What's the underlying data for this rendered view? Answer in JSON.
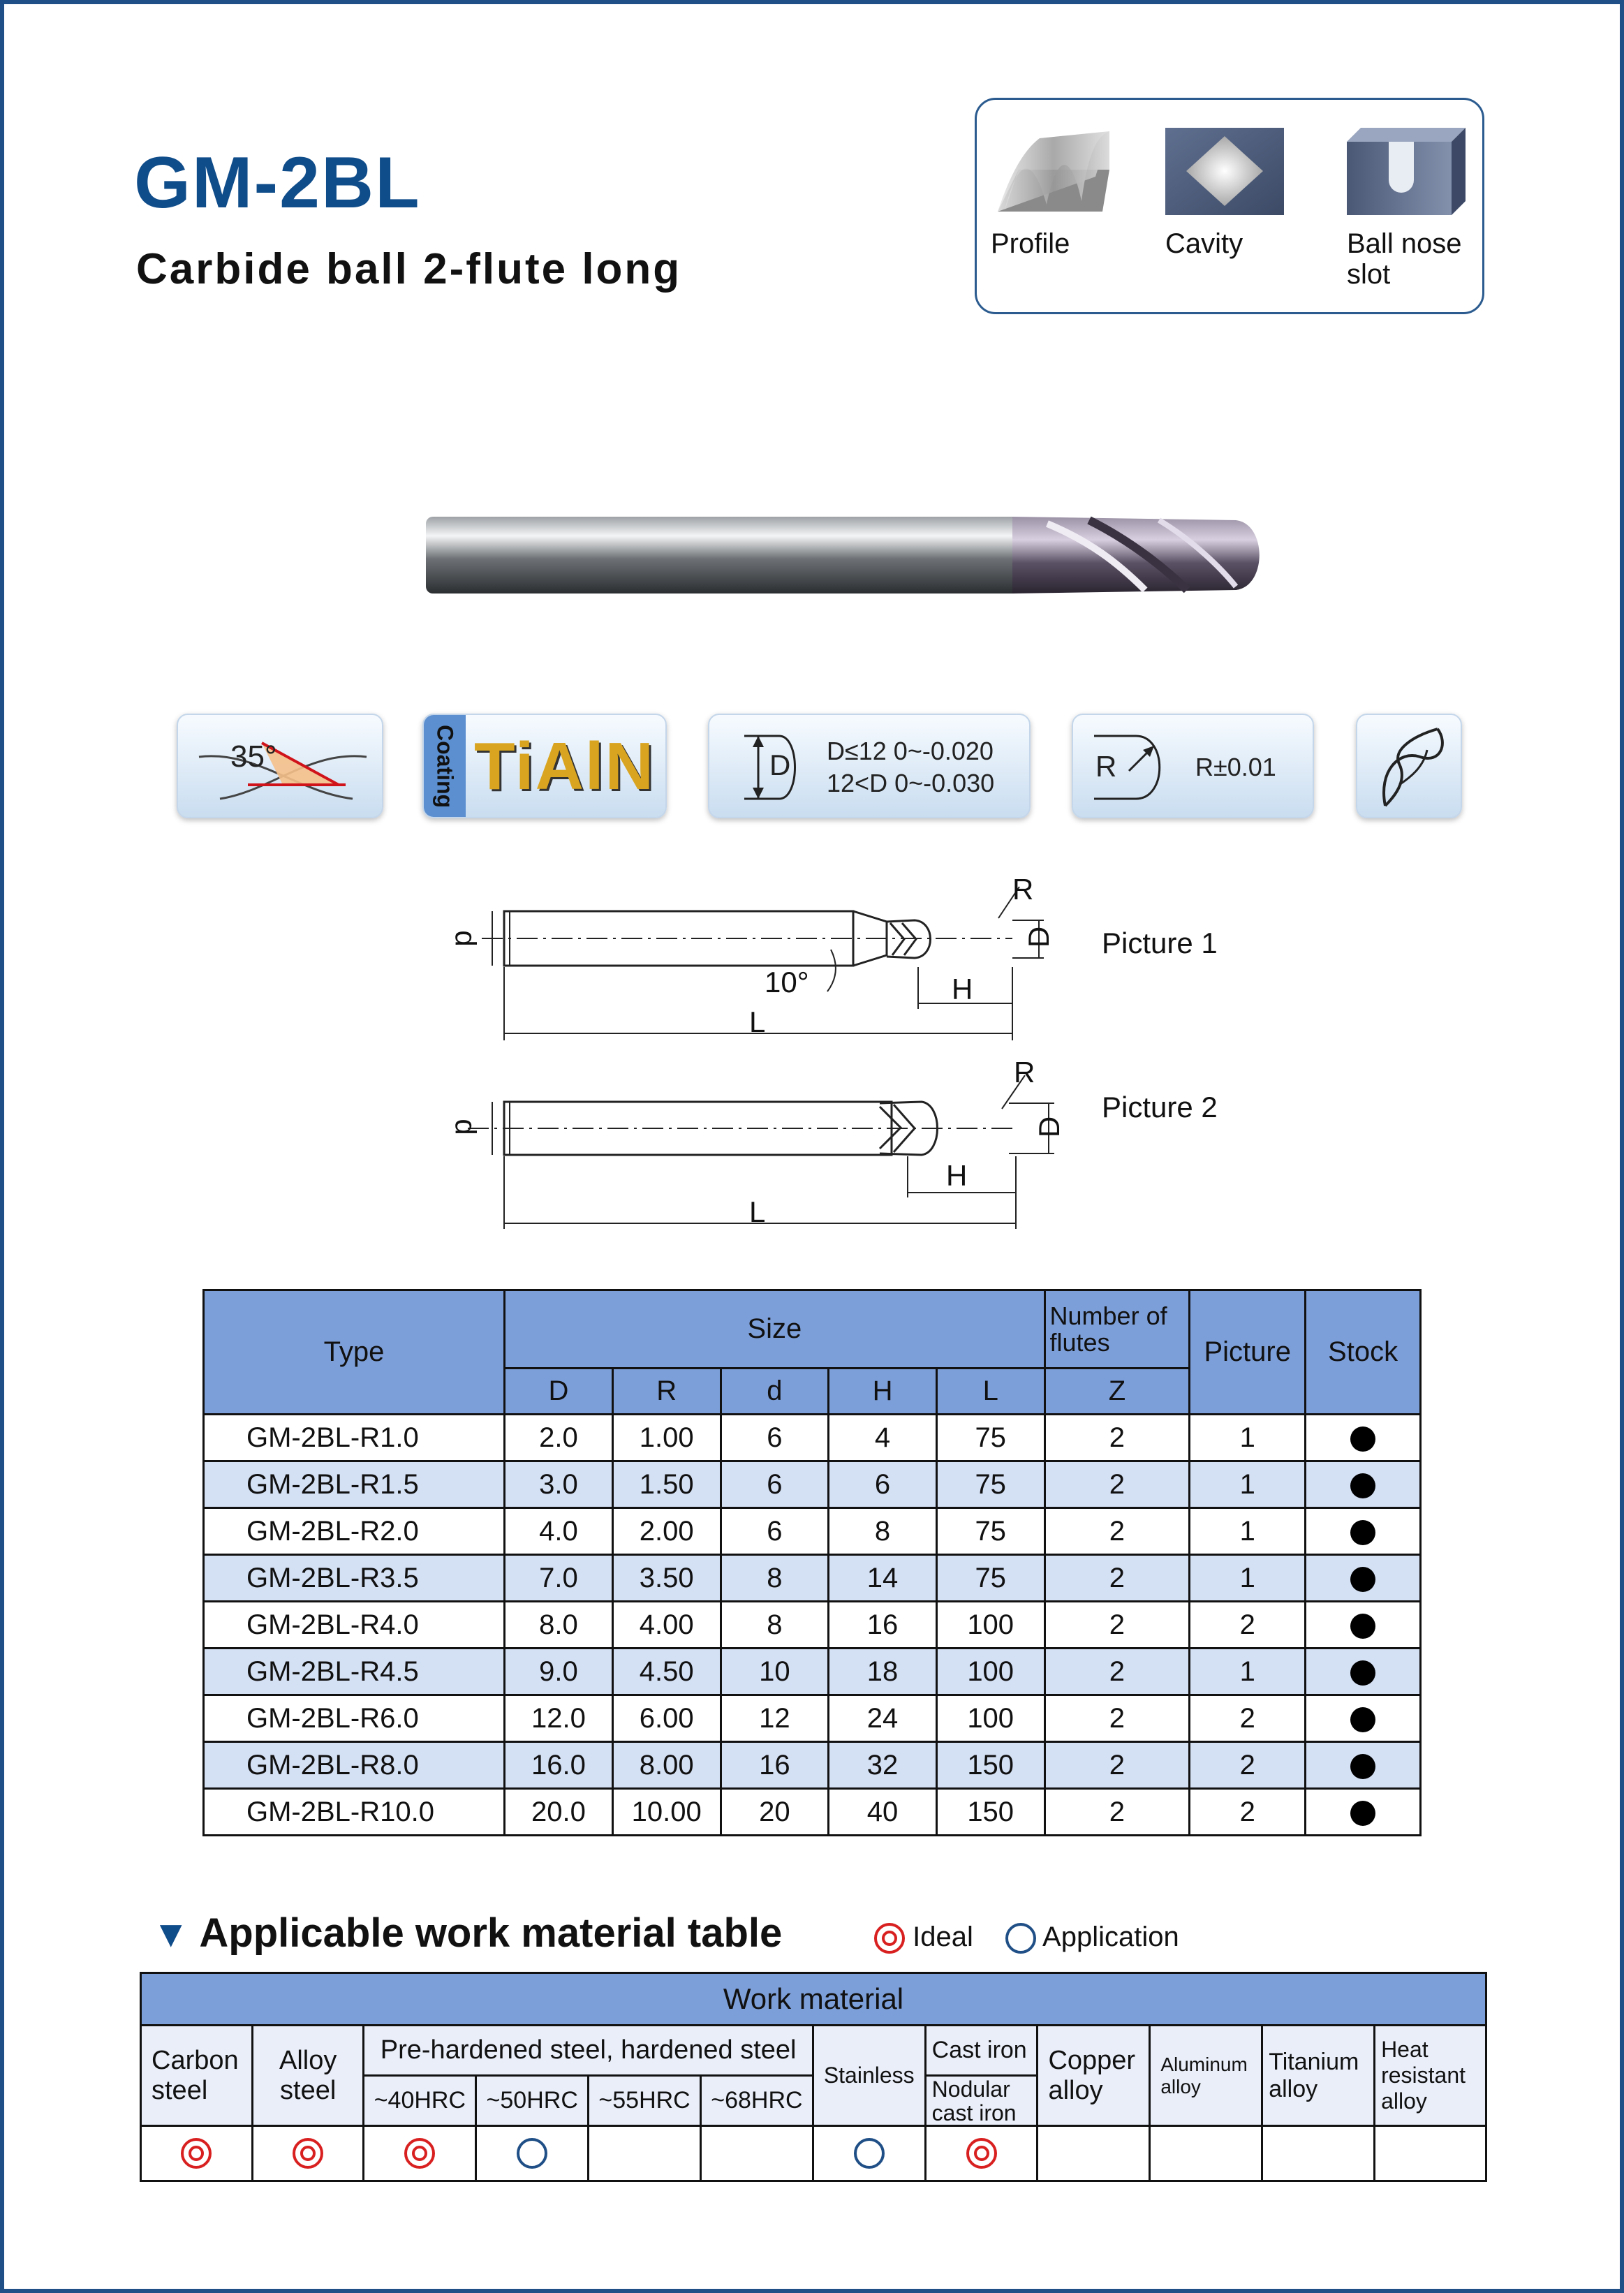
{
  "product": {
    "code": "GM-2BL",
    "description": "Carbide ball 2-flute long"
  },
  "applications": [
    {
      "label": "Profile",
      "icon": "profile-icon"
    },
    {
      "label": "Cavity",
      "icon": "cavity-icon"
    },
    {
      "label": "Ball nose slot",
      "icon": "ball-nose-slot-icon"
    }
  ],
  "specs": {
    "helix_angle": "35°",
    "coating_label": "Coating",
    "coating": "TiAlN",
    "diameter_symbol": "D",
    "tolerance_line1": "D≤12  0~-0.020",
    "tolerance_line2": "12<D  0~-0.030",
    "radius_symbol": "R",
    "radius_tolerance": "R±0.01"
  },
  "drawings": {
    "picture1": "Picture 1",
    "picture2": "Picture 2",
    "angle": "10°",
    "d": "d",
    "D": "D",
    "R": "R",
    "H": "H",
    "L": "L"
  },
  "dimension_table": {
    "headers": {
      "type": "Type",
      "size": "Size",
      "flutes": "Number of flutes",
      "picture": "Picture",
      "stock": "Stock",
      "D": "D",
      "R": "R",
      "d": "d",
      "H": "H",
      "L": "L",
      "Z": "Z"
    },
    "rows": [
      {
        "type": "GM-2BL-R1.0",
        "D": "2.0",
        "R": "1.00",
        "d": "6",
        "H": "4",
        "L": "75",
        "Z": "2",
        "picture": "1",
        "stock": true
      },
      {
        "type": "GM-2BL-R1.5",
        "D": "3.0",
        "R": "1.50",
        "d": "6",
        "H": "6",
        "L": "75",
        "Z": "2",
        "picture": "1",
        "stock": true
      },
      {
        "type": "GM-2BL-R2.0",
        "D": "4.0",
        "R": "2.00",
        "d": "6",
        "H": "8",
        "L": "75",
        "Z": "2",
        "picture": "1",
        "stock": true
      },
      {
        "type": "GM-2BL-R3.5",
        "D": "7.0",
        "R": "3.50",
        "d": "8",
        "H": "14",
        "L": "75",
        "Z": "2",
        "picture": "1",
        "stock": true
      },
      {
        "type": "GM-2BL-R4.0",
        "D": "8.0",
        "R": "4.00",
        "d": "8",
        "H": "16",
        "L": "100",
        "Z": "2",
        "picture": "2",
        "stock": true
      },
      {
        "type": "GM-2BL-R4.5",
        "D": "9.0",
        "R": "4.50",
        "d": "10",
        "H": "18",
        "L": "100",
        "Z": "2",
        "picture": "1",
        "stock": true
      },
      {
        "type": "GM-2BL-R6.0",
        "D": "12.0",
        "R": "6.00",
        "d": "12",
        "H": "24",
        "L": "100",
        "Z": "2",
        "picture": "2",
        "stock": true
      },
      {
        "type": "GM-2BL-R8.0",
        "D": "16.0",
        "R": "8.00",
        "d": "16",
        "H": "32",
        "L": "150",
        "Z": "2",
        "picture": "2",
        "stock": true
      },
      {
        "type": "GM-2BL-R10.0",
        "D": "20.0",
        "R": "10.00",
        "d": "20",
        "H": "40",
        "L": "150",
        "Z": "2",
        "picture": "2",
        "stock": true
      }
    ]
  },
  "work_material": {
    "section_title": "Applicable work material table",
    "legend_ideal": "Ideal",
    "legend_application": "Application",
    "header": "Work material",
    "carbon_steel": "Carbon steel",
    "alloy_steel": "Alloy steel",
    "prehardened": "Pre-hardened steel, hardened steel",
    "hrc40": "~40HRC",
    "hrc50": "~50HRC",
    "hrc55": "~55HRC",
    "hrc68": "~68HRC",
    "stainless": "Stainless",
    "cast_iron": "Cast iron",
    "nodular": "Nodular cast iron",
    "copper": "Copper alloy",
    "aluminum": "Aluminum alloy",
    "titanium": "Titanium alloy",
    "heat_resistant": "Heat resistant alloy",
    "ratings": [
      "ideal",
      "ideal",
      "ideal",
      "application",
      "",
      "",
      "application",
      "ideal",
      "",
      "",
      "",
      ""
    ]
  },
  "colors": {
    "brand_blue": "#0f4c8a",
    "table_header": "#7d9fd9",
    "row_stripe": "#d4e0f4",
    "ideal_red": "#d92020"
  }
}
